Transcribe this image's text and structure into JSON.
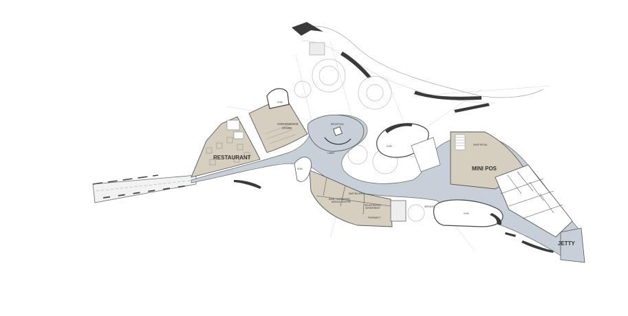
{
  "plan": {
    "labels": {
      "restaurant": "RESTAURANT",
      "convenience_store": "CONVENIENCE\nSTORE",
      "mini_pos": "MINI POS",
      "jetty": "JETTY",
      "reception": "RECEPTION",
      "lobby": "LOBBY",
      "void_top": "VOID",
      "void_left": "VOID",
      "void_mid": "VOID",
      "void_bottom": "VOID",
      "medical_centre": "BANK / OUTPATIENT\nMEDICAL CENTRE",
      "admin_room": "REGISTRATION\nDEPARTMENT",
      "pharmacy": "PHARMACY",
      "waiting_room": "WAITING AREA",
      "service": "SERVICE",
      "shop_retail": "SHOP RETAIL"
    },
    "colors": {
      "room_fill": "#d6cfc0",
      "circulation_fill": "#c7d0d9",
      "outline": "#555555",
      "tree_line": "#bbbbbb",
      "dark_accent": "#3a3a3a"
    }
  }
}
